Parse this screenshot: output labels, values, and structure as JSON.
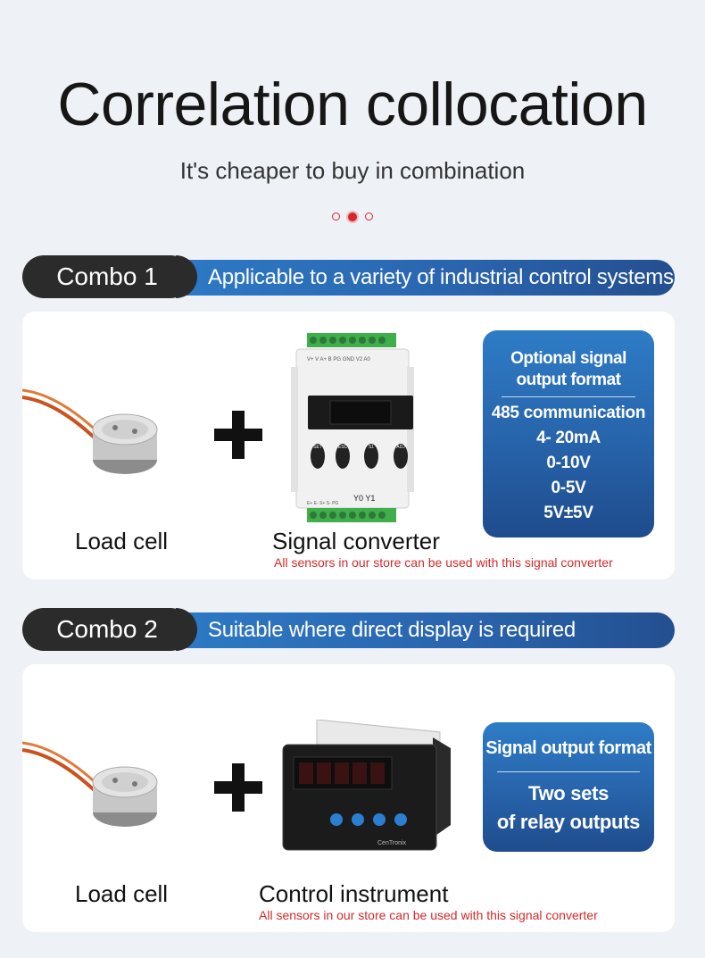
{
  "header": {
    "title": "Correlation collocation",
    "subtitle": "It's cheaper to buy in combination"
  },
  "combo1": {
    "badge": "Combo 1",
    "banner": "Applicable to a variety of industrial control systems",
    "item_left": "Load cell",
    "item_right": "Signal converter",
    "note": "All sensors in our store can be used with this signal converter",
    "info_title_line1": "Optional signal",
    "info_title_line2": "output format",
    "options": [
      "485 communication",
      "4- 20mA",
      "0-10V",
      "0-5V",
      "5V±5V"
    ],
    "device_top_labels": "V+  V   A+  B   PG GND V2  A0",
    "device_buttons": [
      "SET",
      "ESC",
      "S1",
      "ADJ"
    ],
    "device_bottom_labels": "E+  E-  S+  S-  PG",
    "device_relays": "Y0  Y1"
  },
  "combo2": {
    "badge": "Combo 2",
    "banner": "Suitable where direct display is required",
    "item_left": "Load cell",
    "item_right": "Control instrument",
    "note": "All sensors in our store can be used with this signal converter",
    "info_title": "Signal output format",
    "info_line1": "Two sets",
    "info_line2": "of relay outputs",
    "device_brand": "CenTronix"
  },
  "colors": {
    "accent_red": "#d9262c",
    "banner_blue": "#2a64ad",
    "pill_dark": "#2b2b2b"
  }
}
